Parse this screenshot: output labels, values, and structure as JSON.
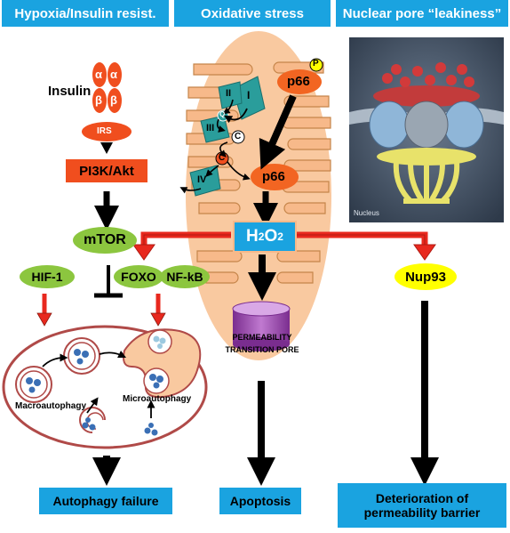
{
  "headers": {
    "left": "Hypoxia/Insulin resist.",
    "middle": "Oxidative stress",
    "right": "Nuclear pore “leakiness”"
  },
  "insulin": {
    "label": "Insulin",
    "alpha": "α",
    "beta": "β",
    "irs": "IRS",
    "pi3k": "PI3K/Akt",
    "mtor": "mTOR"
  },
  "factors": {
    "hif1": "HIF-1",
    "foxo": "FOXO",
    "nfkb": "NF-kB",
    "nup93": "Nup93"
  },
  "mito": {
    "complex_1": "I",
    "complex_2": "II",
    "complex_3": "III",
    "complex_4": "IV",
    "q": "Q",
    "c": "C",
    "p66_top": "p66",
    "p66_mid": "p66",
    "phospho": "P",
    "h2o2_main": "H",
    "h2o2_sub1": "2",
    "h2o2_o": "O",
    "h2o2_sub2": "2",
    "pore_line1": "PERMEABILITY",
    "pore_line2": "TRANSITION PORE"
  },
  "autophagy": {
    "macro": "Macroautophagy",
    "micro": "Microautophagy"
  },
  "nucleus_caption": "Nucleus",
  "outcomes": {
    "autophagy_failure": "Autophagy failure",
    "apoptosis": "Apoptosis",
    "barrier_line1": "Deterioration of",
    "barrier_line2": "permeability barrier"
  },
  "colors": {
    "header_bg": "#1aa3e0",
    "receptor": "#f04e1e",
    "green_pill": "#8cc63f",
    "yellow_pill": "#ffff00",
    "mito_bg": "#f9c9a0",
    "complex": "#2a9d9b",
    "red_arrow": "#e8281e"
  }
}
